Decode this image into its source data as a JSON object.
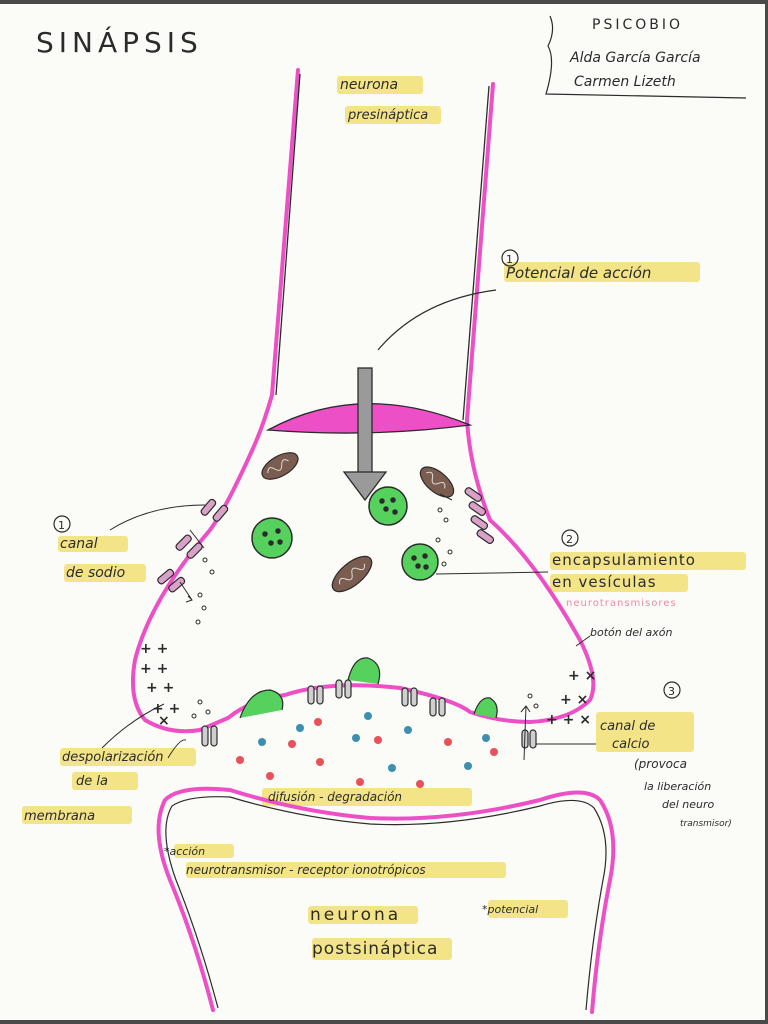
{
  "title": "SINÁPSIS",
  "header": {
    "course": "PSICOBIO",
    "author_1": "Alda García García",
    "author_2": "Carmen Lizeth"
  },
  "labels": {
    "presynaptic_1": "neurona",
    "presynaptic_2": "presináptica",
    "step_1_marker": "1",
    "action_potential": "Potencial de acción",
    "sodium_marker": "1",
    "sodium_channel_1": "canal",
    "sodium_channel_2": "de sodio",
    "step_2_marker": "2",
    "vesicle_1": "encapsulamiento",
    "vesicle_2": "en vesículas",
    "neurotransmitters": "neurotransmisores",
    "axon_button": "botón del axón",
    "step_3_marker": "3",
    "calcium_1": "canal de",
    "calcium_2": "calcio",
    "calcium_3": "(provoca",
    "calcium_4": "la liberación",
    "calcium_5": "del neuro",
    "calcium_6": "transmisor)",
    "depol_1": "despolarización",
    "depol_2": "de la",
    "depol_3": "membrana",
    "diffusion": "difusión - degradación",
    "action_1": "*acción",
    "action_2": "neurotransmisor - receptor ionotrópicos",
    "postsynaptic_1": "neurona",
    "postsynaptic_2": "postsináptica",
    "potential": "*potencial"
  },
  "colors": {
    "membrane": "#ec4fc6",
    "ink": "#2b2b2b",
    "vesicle": "#56d15e",
    "mitochondria": "#7a5d4f",
    "highlight": "#f2dc63",
    "neurotransmitter_red": "#e8505a",
    "neurotransmitter_blue": "#3d8fb0"
  }
}
